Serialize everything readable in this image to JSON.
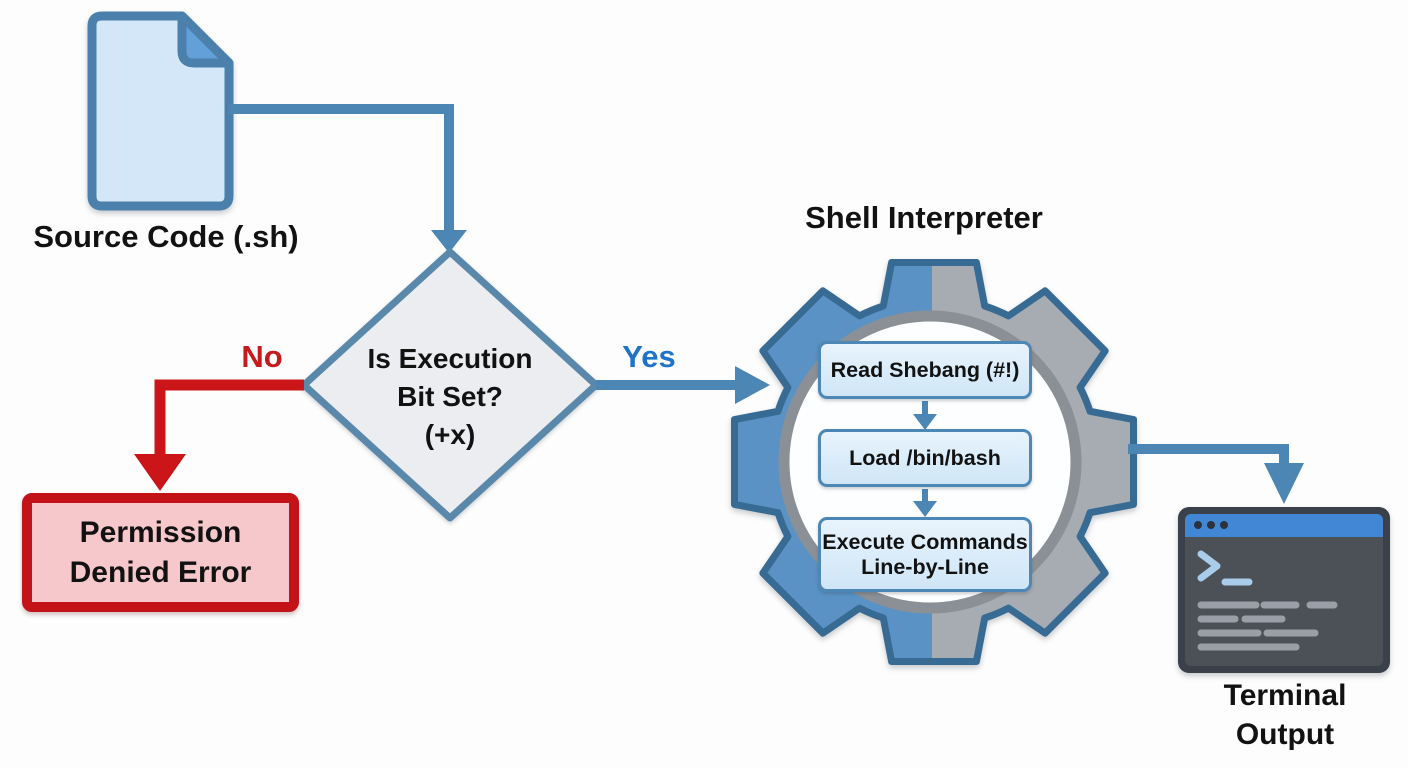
{
  "colors": {
    "background": "#fdfdfd",
    "text-dark": "#121212",
    "blue-line": "#4b86b4",
    "file-fill": "#d4e7f8",
    "file-fold": "#63a0d8",
    "file-border": "#4a80ab",
    "diamond-fill": "#ebedf0",
    "diamond-border": "#5a88aa",
    "red-line": "#cc1519",
    "red-box-border": "#c31318",
    "red-box-fill": "#f6c8cb",
    "no-red": "#c51a1e",
    "yes-blue": "#1e74c8",
    "gear-blue": "#5a92c5",
    "gear-gray": "#a7acb2",
    "gear-outline": "#376b94",
    "ring-gray": "#8b9096",
    "ring-white": "#fdfeff",
    "box-fill-top": "#e8f3fc",
    "box-fill-bottom": "#cfe6f7",
    "box-border": "#4d87b5",
    "term-frame": "#3a414b",
    "term-titlebar": "#4187d6",
    "term-body": "#4c5158",
    "term-dot": "#2b323d",
    "term-prompt": "#a9cceb",
    "term-line": "#999fa6"
  },
  "nodes": {
    "source": {
      "label": "Source Code (.sh)"
    },
    "decision": {
      "lines": [
        "Is Execution",
        "Bit Set?",
        "(+x)"
      ]
    },
    "error": {
      "lines": [
        "Permission",
        "Denied Error"
      ]
    },
    "interpreter": {
      "title": "Shell Interpreter",
      "steps": [
        {
          "lines": [
            "Read Shebang (#!)"
          ]
        },
        {
          "lines": [
            "Load /bin/bash"
          ]
        },
        {
          "lines": [
            "Execute Commands",
            "Line-by-Line"
          ]
        }
      ]
    },
    "terminal": {
      "lines": [
        "Terminal",
        "Output"
      ]
    }
  },
  "edges": {
    "no_label": "No",
    "yes_label": "Yes"
  }
}
